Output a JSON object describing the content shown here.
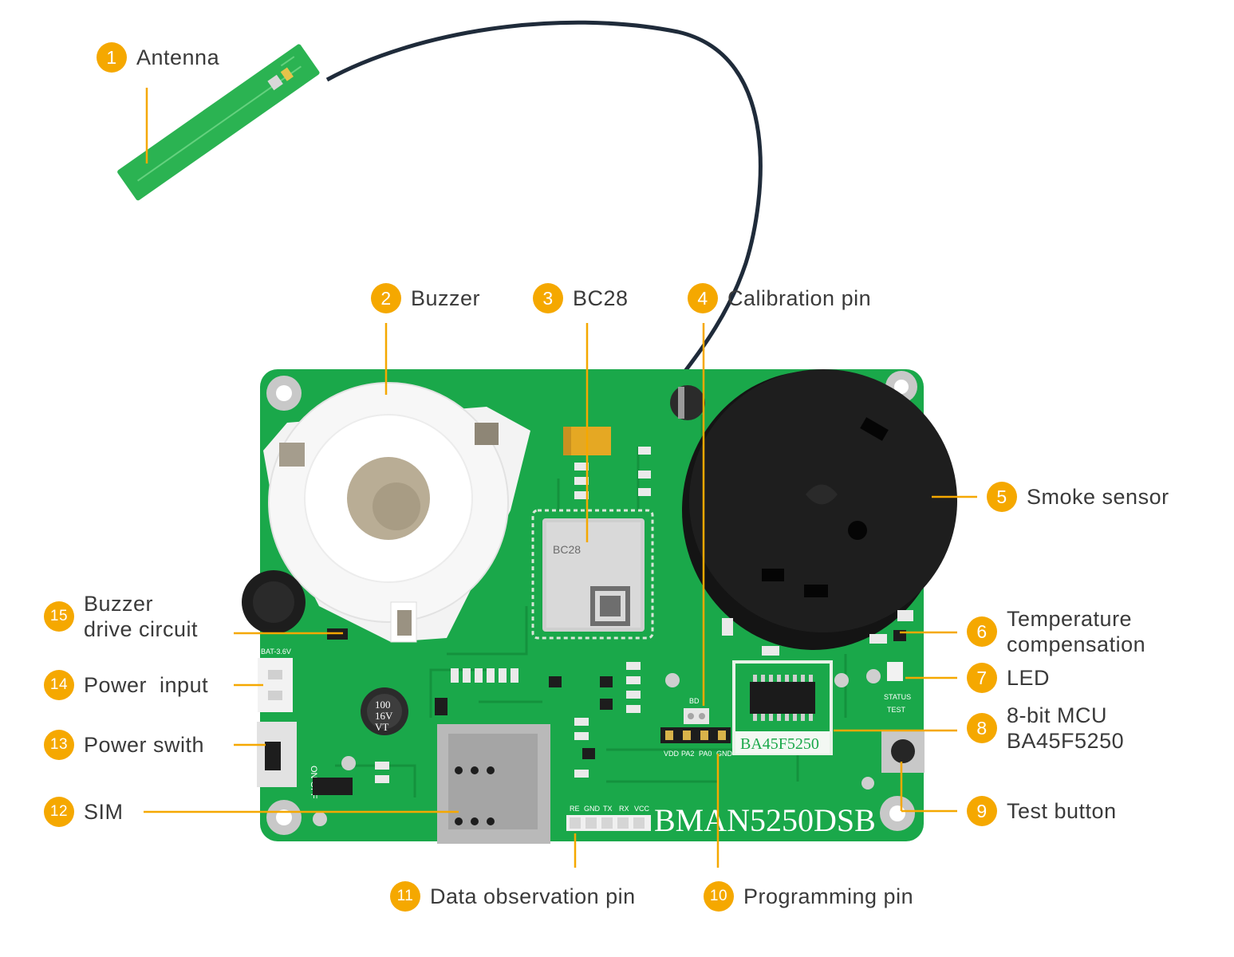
{
  "accent_color": "#f5a800",
  "board_color": "#1aa84a",
  "callouts": [
    {
      "num": "1",
      "text": "Antenna"
    },
    {
      "num": "2",
      "text": "Buzzer"
    },
    {
      "num": "3",
      "text": "BC28"
    },
    {
      "num": "4",
      "text": "Calibration pin"
    },
    {
      "num": "5",
      "text": "Smoke sensor"
    },
    {
      "num": "6",
      "line1": "Temperature",
      "line2": "compensation"
    },
    {
      "num": "7",
      "text": "LED"
    },
    {
      "num": "8",
      "line1": "8-bit MCU",
      "line2": "BA45F5250"
    },
    {
      "num": "9",
      "text": "Test button"
    },
    {
      "num": "10",
      "text": "Programming pin"
    },
    {
      "num": "11",
      "text": "Data observation pin"
    },
    {
      "num": "12",
      "text": "SIM"
    },
    {
      "num": "13",
      "text": "Power swith"
    },
    {
      "num": "14",
      "text": "Power  input"
    },
    {
      "num": "15",
      "line1": "Buzzer",
      "line2": "drive circuit"
    }
  ],
  "board": {
    "model": "BMAN5250DSB",
    "mcu_marking": "BA45F5250",
    "module_marking": "BC28",
    "cap_marking": [
      "100",
      "16V",
      "VT"
    ],
    "switch_text": "ON  OFF",
    "status_text": "STATUS",
    "test_text": "TEST",
    "battery_text": "BAT-3.6V",
    "calib_text": "BD",
    "data_pins": [
      "RE",
      "GND",
      "TX",
      "RX",
      "VCC"
    ],
    "prog_pins": [
      "VDD",
      "PA2",
      "PA0",
      "GND"
    ]
  }
}
